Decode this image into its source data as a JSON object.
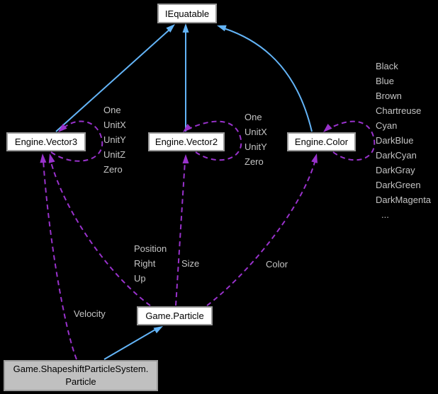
{
  "diagram": {
    "type": "collaboration-graph",
    "nodes": {
      "iequatable": {
        "label": "IEquatable"
      },
      "vector3": {
        "label": "Engine.Vector3"
      },
      "vector2": {
        "label": "Engine.Vector2"
      },
      "color": {
        "label": "Engine.Color"
      },
      "particle": {
        "label": "Game.Particle"
      },
      "shapeshift_particle": {
        "line1": "Game.ShapeshiftParticleSystem.",
        "line2": "Particle"
      }
    },
    "edge_labels": {
      "vector3_self": [
        "One",
        "UnitX",
        "UnitY",
        "UnitZ",
        "Zero"
      ],
      "vector2_self": [
        "One",
        "UnitX",
        "UnitY",
        "Zero"
      ],
      "color_self": [
        "Black",
        "Blue",
        "Brown",
        "Chartreuse",
        "Cyan",
        "DarkBlue",
        "DarkCyan",
        "DarkGray",
        "DarkGreen",
        "DarkMagenta",
        "..."
      ],
      "particle_vector3": [
        "Position",
        "Right",
        "Up"
      ],
      "particle_vector2": [
        "Size"
      ],
      "particle_color": [
        "Color"
      ],
      "shapeshift_vector3": [
        "Velocity"
      ]
    },
    "colors": {
      "background": "#000000",
      "inheritance_edge": "#63b4f7",
      "usage_edge": "#9932cc",
      "edge_label_text": "#c4c4c4",
      "node_fill": "#ffffff",
      "node_border": "#9a9a9a",
      "node_text": "#000000",
      "highlighted_node_fill": "#c0c0c0"
    }
  }
}
